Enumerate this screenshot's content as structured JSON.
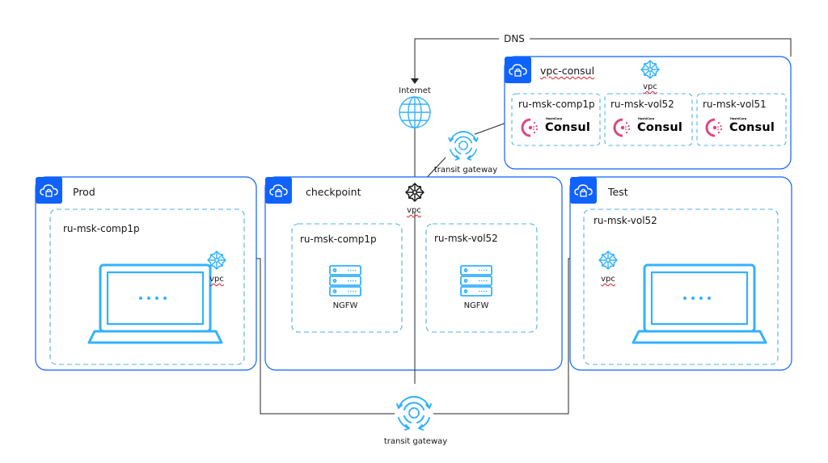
{
  "colors": {
    "accent": "#0f62fe",
    "dash": "#4fb1e6",
    "icon": "#33b1ff",
    "consul": "#dc477d",
    "line": "#262626"
  },
  "labels": {
    "dns": "DNS",
    "internet": "Internet",
    "transit_top": "transit gateway",
    "transit_bottom": "transit gateway"
  },
  "vpc_consul": {
    "title": "vpc-consul",
    "vpc_label": "vpc",
    "subnets": [
      {
        "name": "ru-msk-comp1p",
        "brand": "Consul",
        "brand_parent": "HashiCorp"
      },
      {
        "name": "ru-msk-vol52",
        "brand": "Consul",
        "brand_parent": "HashiCorp"
      },
      {
        "name": "ru-msk-vol51",
        "brand": "Consul",
        "brand_parent": "HashiCorp"
      }
    ]
  },
  "prod": {
    "title": "Prod",
    "subnet": "ru-msk-comp1p",
    "vpc_label": "vpc"
  },
  "checkpoint": {
    "title": "checkpoint",
    "vpc_label": "vpc",
    "subnets": [
      {
        "name": "ru-msk-comp1p",
        "device": "NGFW"
      },
      {
        "name": "ru-msk-vol52",
        "device": "NGFW"
      }
    ]
  },
  "test": {
    "title": "Test",
    "subnet": "ru-msk-vol52",
    "vpc_label": "vpc"
  }
}
